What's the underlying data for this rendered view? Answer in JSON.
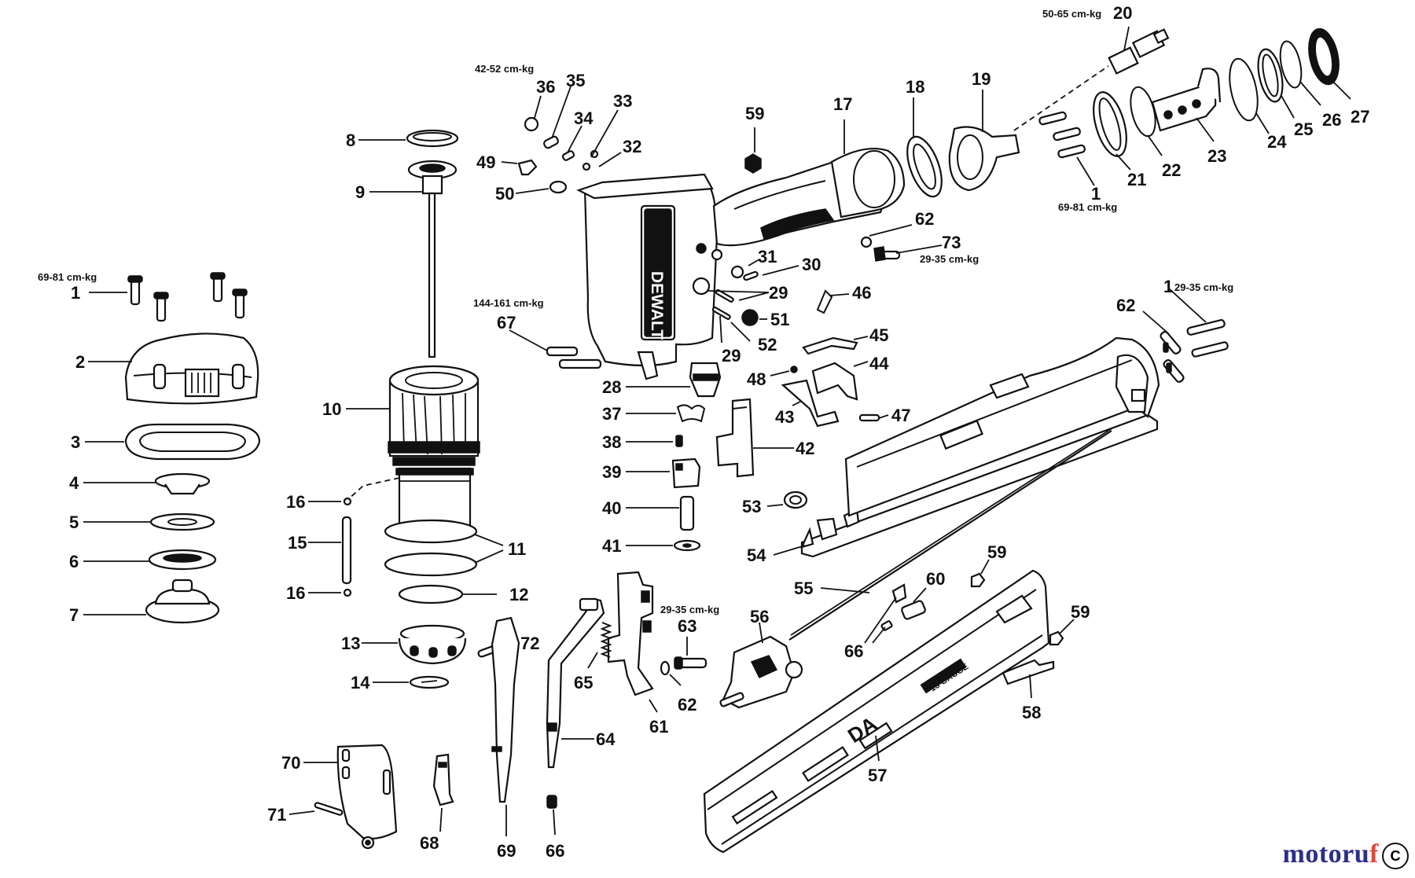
{
  "diagram": {
    "brand_mark": "DEWALT",
    "torque_specs": {
      "t20": "50-65 cm-kg",
      "t1_left": "69-81 cm-kg",
      "t1_upper": "69-81 cm-kg",
      "t36": "42-52 cm-kg",
      "t67": "144-161 cm-kg",
      "t73": "29-35 cm-kg",
      "t1_right": "29-35 cm-kg",
      "t63": "29-35 cm-kg"
    },
    "labels": {
      "l1a": "1",
      "l2": "2",
      "l3": "3",
      "l4": "4",
      "l5": "5",
      "l6": "6",
      "l7": "7",
      "l8": "8",
      "l9": "9",
      "l10": "10",
      "l11": "11",
      "l12": "12",
      "l13": "13",
      "l14": "14",
      "l15": "15",
      "l16a": "16",
      "l16b": "16",
      "l17": "17",
      "l18": "18",
      "l19": "19",
      "l20": "20",
      "l1b": "1",
      "l21": "21",
      "l22": "22",
      "l23": "23",
      "l24": "24",
      "l25": "25",
      "l26": "26",
      "l27": "27",
      "l28": "28",
      "l29a": "29",
      "l29b": "29",
      "l30": "30",
      "l31": "31",
      "l32": "32",
      "l33": "33",
      "l34": "34",
      "l35": "35",
      "l36": "36",
      "l37": "37",
      "l38": "38",
      "l39": "39",
      "l40": "40",
      "l41": "41",
      "l42": "42",
      "l43": "43",
      "l44": "44",
      "l45": "45",
      "l46": "46",
      "l47": "47",
      "l48": "48",
      "l49": "49",
      "l50": "50",
      "l51": "51",
      "l52": "52",
      "l53": "53",
      "l54": "54",
      "l55": "55",
      "l56": "56",
      "l57": "57",
      "l58": "58",
      "l59a": "59",
      "l59b": "59",
      "l59c": "59",
      "l60": "60",
      "l61": "61",
      "l62a": "62",
      "l62b": "62",
      "l62c": "62",
      "l63": "63",
      "l64": "64",
      "l65": "65",
      "l66a": "66",
      "l66b": "66",
      "l67": "67",
      "l68": "68",
      "l69": "69",
      "l70": "70",
      "l71": "71",
      "l72": "72",
      "l73": "73",
      "l1c": "1"
    },
    "magazine_marks": {
      "m1": "DA",
      "m2": "15 GAUGE"
    }
  },
  "watermark": {
    "text_a": "motoru",
    "text_b": "f",
    "copyright": "C"
  }
}
